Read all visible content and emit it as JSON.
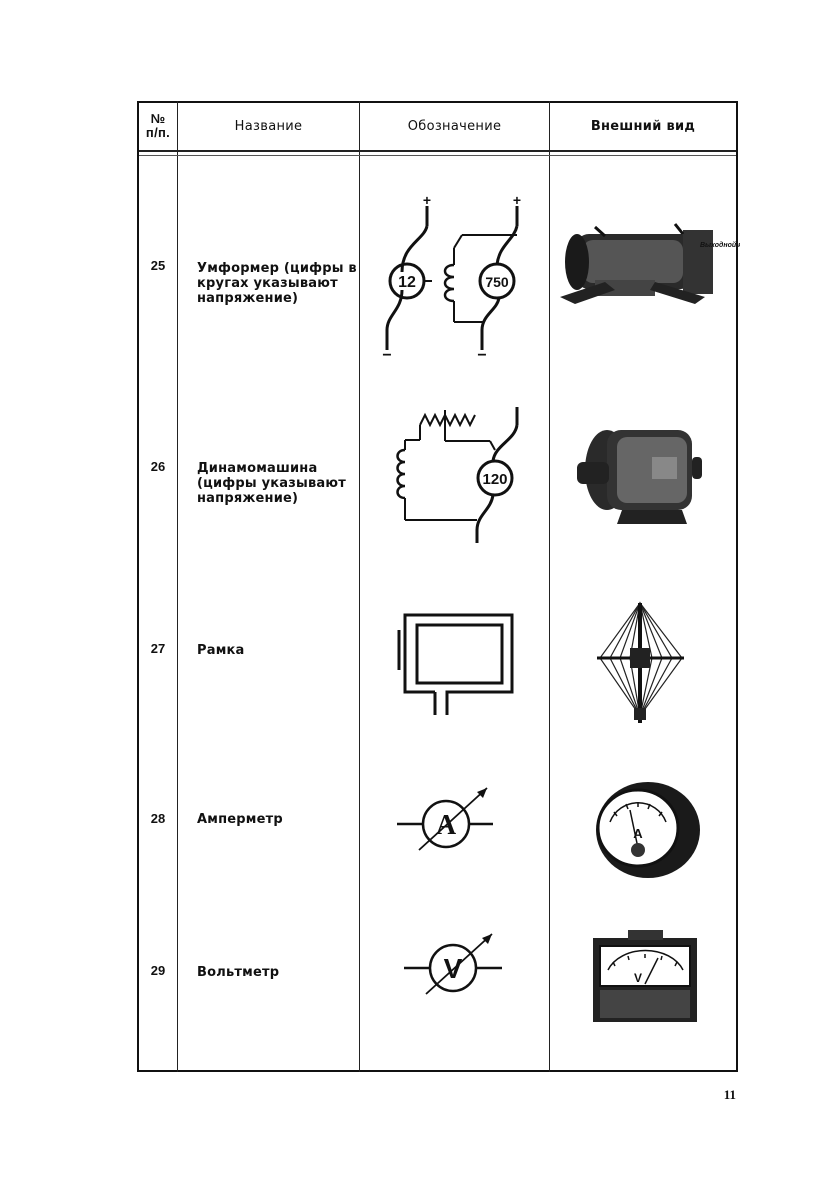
{
  "header": {
    "num_line1": "№",
    "num_line2": "п/п.",
    "name": "Название",
    "symbol": "Обозначение",
    "view": "Внешний вид"
  },
  "rows": [
    {
      "num": "25",
      "name": "Умформер (цифры в кругах указывают напряжение)",
      "symbol": {
        "left_value": "12",
        "right_value": "750",
        "plus": "+",
        "minus": "−"
      },
      "view_caption": "Выходной колодка"
    },
    {
      "num": "26",
      "name": "Динамомашина (цифры указывают напряжение)",
      "symbol": {
        "value": "120"
      }
    },
    {
      "num": "27",
      "name": "Рамка"
    },
    {
      "num": "28",
      "name": "Амперметр",
      "symbol": {
        "letter": "A"
      },
      "view_dial_letter": "A"
    },
    {
      "num": "29",
      "name": "Вольтметр",
      "symbol": {
        "letter": "V"
      },
      "view_dial_letter": "V"
    }
  ],
  "page_number": "11"
}
